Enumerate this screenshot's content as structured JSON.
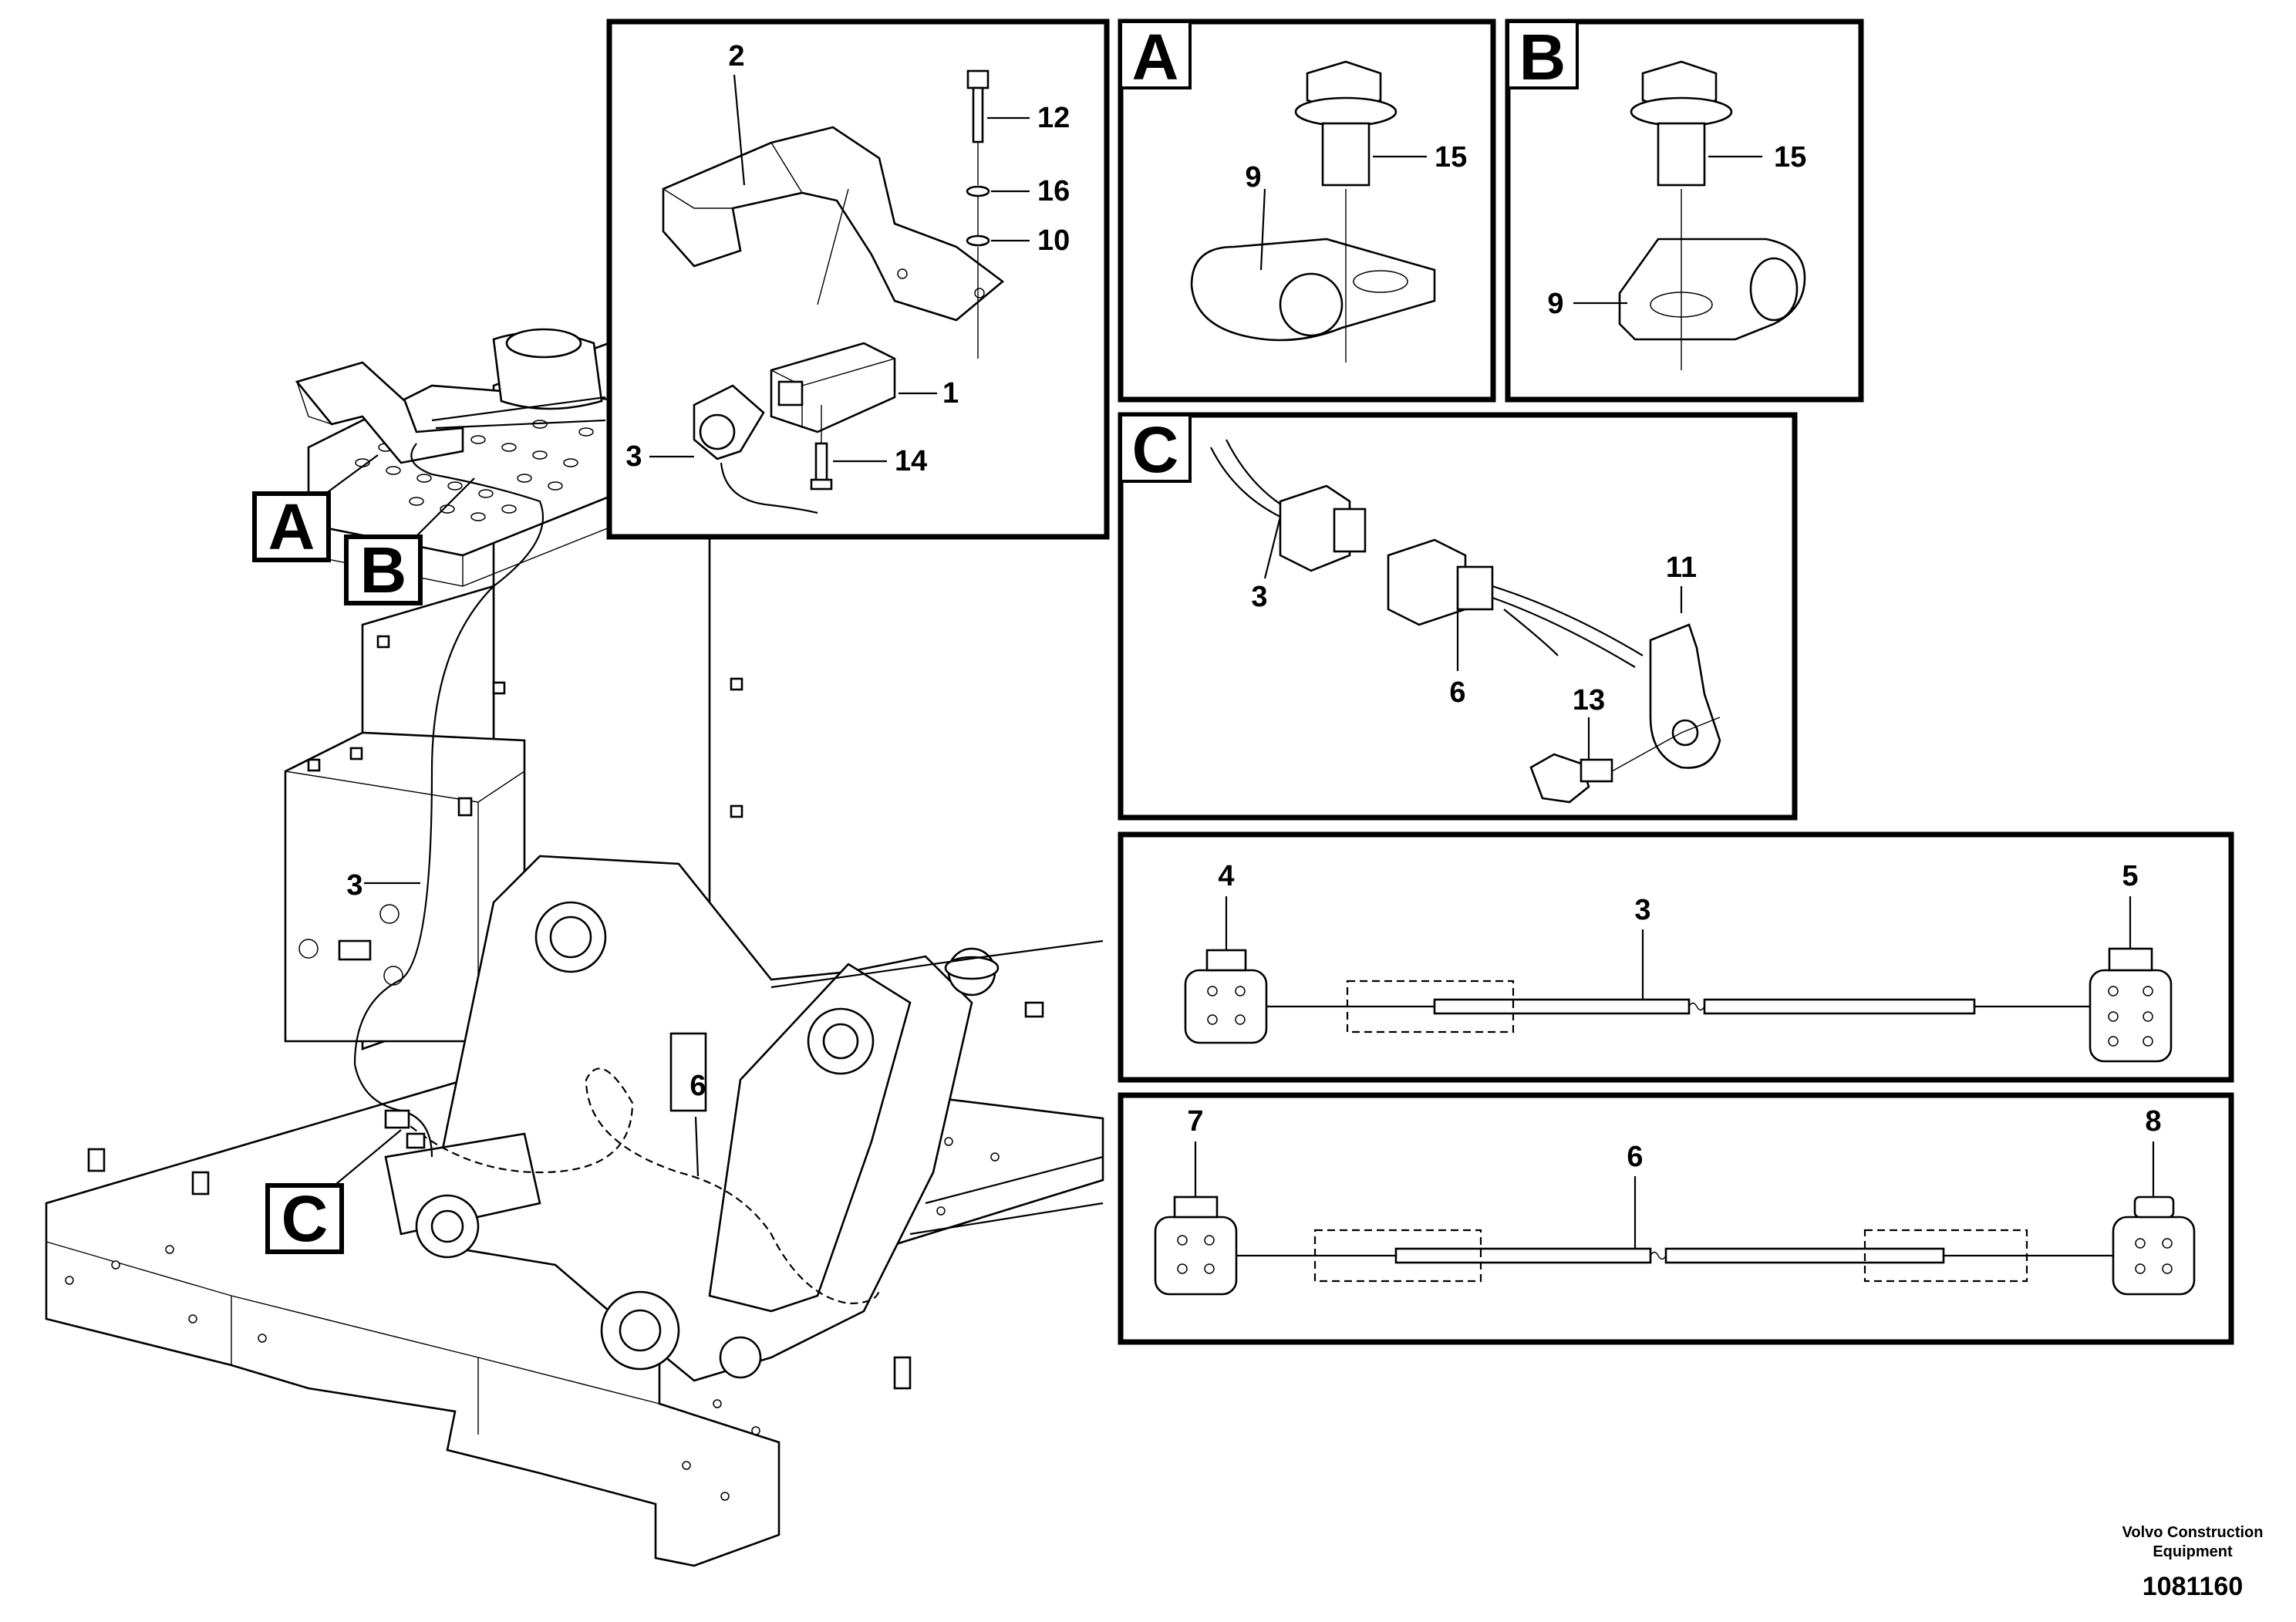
{
  "main_view": {
    "detail_letters": [
      "A",
      "B",
      "C"
    ],
    "callouts": {
      "cable_3": "3",
      "cable_6": "6"
    }
  },
  "detail_top": {
    "callouts": [
      "2",
      "12",
      "16",
      "10",
      "1",
      "3",
      "14"
    ]
  },
  "detail_a": {
    "letter": "A",
    "callouts": [
      "15",
      "9"
    ]
  },
  "detail_b": {
    "letter": "B",
    "callouts": [
      "15",
      "9"
    ]
  },
  "detail_c": {
    "letter": "C",
    "callouts": [
      "3",
      "6",
      "11",
      "13"
    ]
  },
  "cable_3_schematic": {
    "callouts": [
      "4",
      "3",
      "5"
    ]
  },
  "cable_6_schematic": {
    "callouts": [
      "7",
      "6",
      "8"
    ]
  },
  "footer": {
    "manufacturer_line1": "Volvo Construction",
    "manufacturer_line2": "Equipment",
    "document_number": "1081160"
  }
}
